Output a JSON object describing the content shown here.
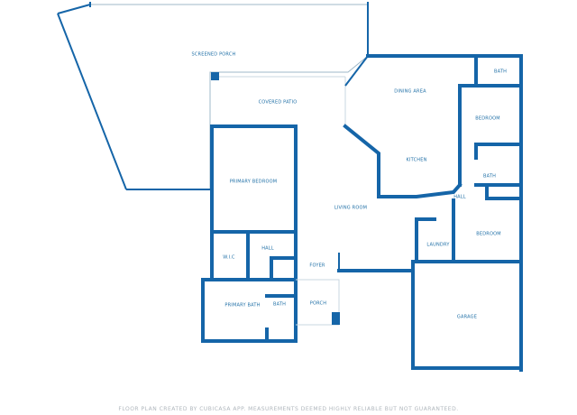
{
  "rooms": {
    "screened_porch": "SCREENED PORCH",
    "covered_patio": "COVERED PATIO",
    "dining_area": "DINING AREA",
    "bath_top": "BATH",
    "bedroom_top": "BEDROOM",
    "kitchen": "KITCHEN",
    "bath_mid": "BATH",
    "primary_bedroom": "PRIMARY BEDROOM",
    "hall_right": "HALL",
    "living_room": "LIVING ROOM",
    "bedroom_bottom": "BEDROOM",
    "laundry": "LAUNDRY",
    "hall_left": "HALL",
    "wic": "W.I.C",
    "foyer": "FOYER",
    "primary_bath": "PRIMARY BATH",
    "bath_small": "BATH",
    "porch": "PORCH",
    "garage": "GARAGE"
  },
  "footer": "FLOOR PLAN CREATED BY CUBICASA APP. MEASUREMENTS DEEMED HIGHLY RELIABLE BUT NOT GUARANTEED.",
  "colors": {
    "wall": "#1565a8",
    "label": "#1f6fa6",
    "footer": "#b0b7bd"
  }
}
